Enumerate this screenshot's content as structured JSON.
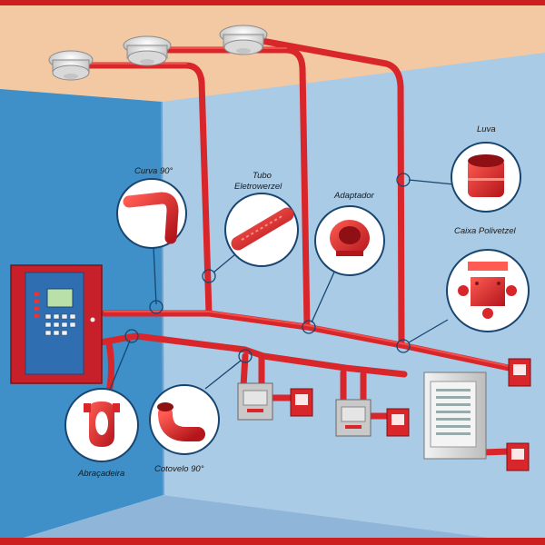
{
  "labels": {
    "curva": "Curva 90°",
    "tubo_line1": "Tubo",
    "tubo_line2": "Eletrowerzel",
    "adaptador": "Adaptador",
    "luva": "Luva",
    "caixa": "Caixa Polivetzel",
    "abracadeira": "Abraçadeira",
    "cotovelo": "Cotovelo 90°"
  },
  "colors": {
    "frame": "#cc1f1f",
    "ceiling": "#f3c9a4",
    "left_wall": "#3f8fc8",
    "back_wall": "#a9cbe6",
    "floor": "#b8d4ea",
    "pipe": "#d8262b",
    "pipe_dark": "#9f1519",
    "panel": "#c8202a",
    "panel_blue": "#2f6fb1",
    "outline": "#18456f"
  },
  "icons": {
    "detector": "smoke-detector-icon",
    "panel": "fire-alarm-panel-icon",
    "call_point": "manual-call-point-icon",
    "cabinet": "control-cabinet-icon"
  }
}
